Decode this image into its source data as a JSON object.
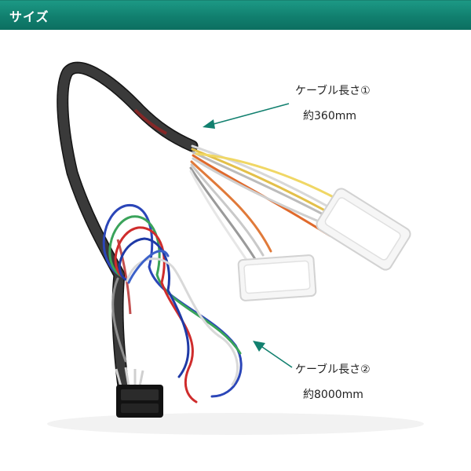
{
  "header": {
    "title": "サイズ"
  },
  "callouts": [
    {
      "name": "ケーブル長さ①",
      "length": "約360mm"
    },
    {
      "name": "ケーブル長さ②",
      "length": "約8000mm"
    }
  ],
  "colors": {
    "header_bg": "#11806f",
    "arrow": "#12806f"
  }
}
